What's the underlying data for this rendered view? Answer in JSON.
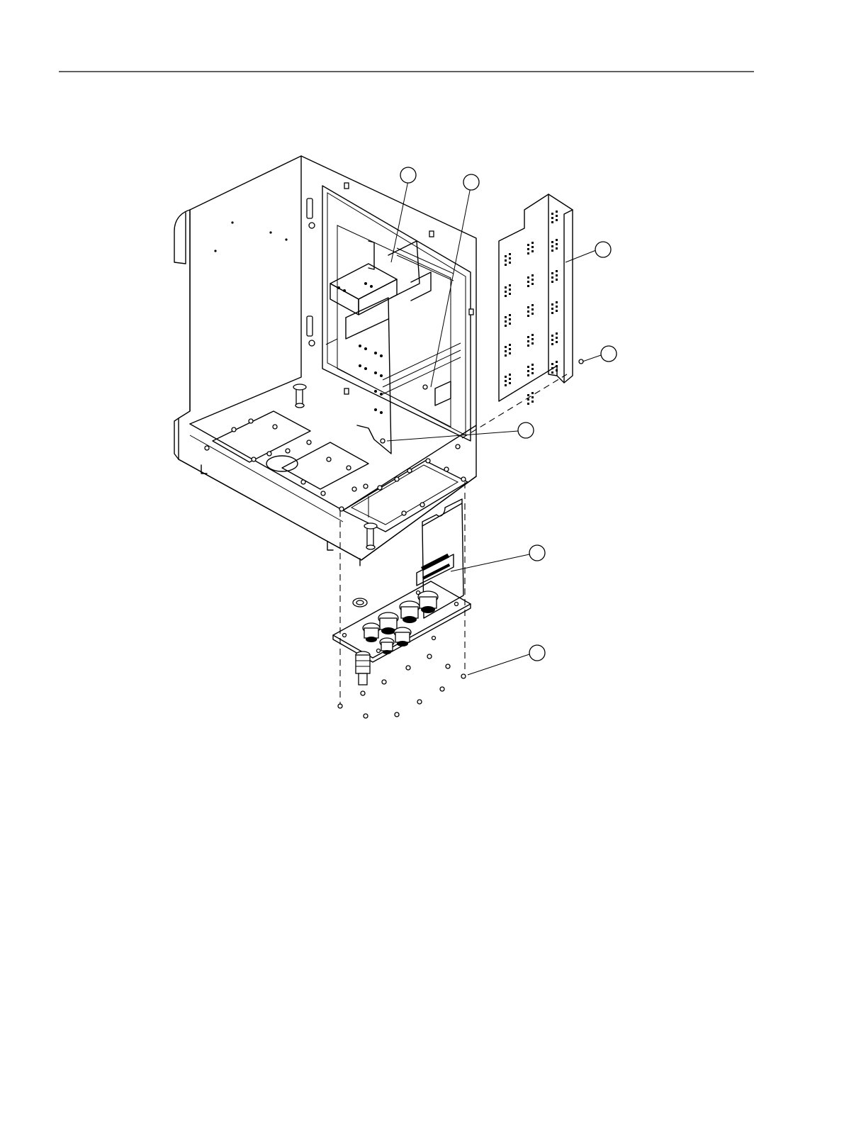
{
  "figure": {
    "colors": {
      "line": "#000000",
      "background": "#ffffff"
    },
    "callouts": [
      {
        "id": "callout-1"
      },
      {
        "id": "callout-2"
      },
      {
        "id": "callout-3"
      },
      {
        "id": "callout-4"
      },
      {
        "id": "callout-5"
      },
      {
        "id": "callout-6"
      },
      {
        "id": "callout-7"
      }
    ]
  }
}
